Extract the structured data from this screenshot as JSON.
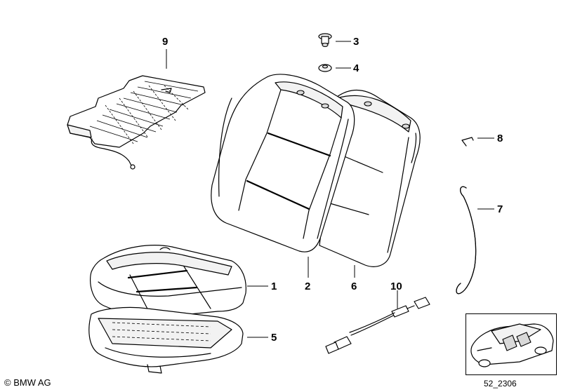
{
  "callouts": [
    {
      "id": "1",
      "label": "1"
    },
    {
      "id": "2",
      "label": "2"
    },
    {
      "id": "3",
      "label": "3"
    },
    {
      "id": "4",
      "label": "4"
    },
    {
      "id": "5",
      "label": "5"
    },
    {
      "id": "6",
      "label": "6"
    },
    {
      "id": "7",
      "label": "7"
    },
    {
      "id": "8",
      "label": "8"
    },
    {
      "id": "9",
      "label": "9"
    },
    {
      "id": "10",
      "label": "10"
    }
  ],
  "copyright": "© BMW AG",
  "diagram_ref": "52_2306",
  "icons": [
    "seat-cushion-cover-icon",
    "backrest-cover-icon",
    "expanding-rivet-icon",
    "washer-icon",
    "cushion-pad-icon",
    "backrest-pad-icon",
    "clamp-ring-icon",
    "hook-icon",
    "seat-heating-element-icon",
    "wiring-harness-icon",
    "vehicle-locator-icon"
  ]
}
